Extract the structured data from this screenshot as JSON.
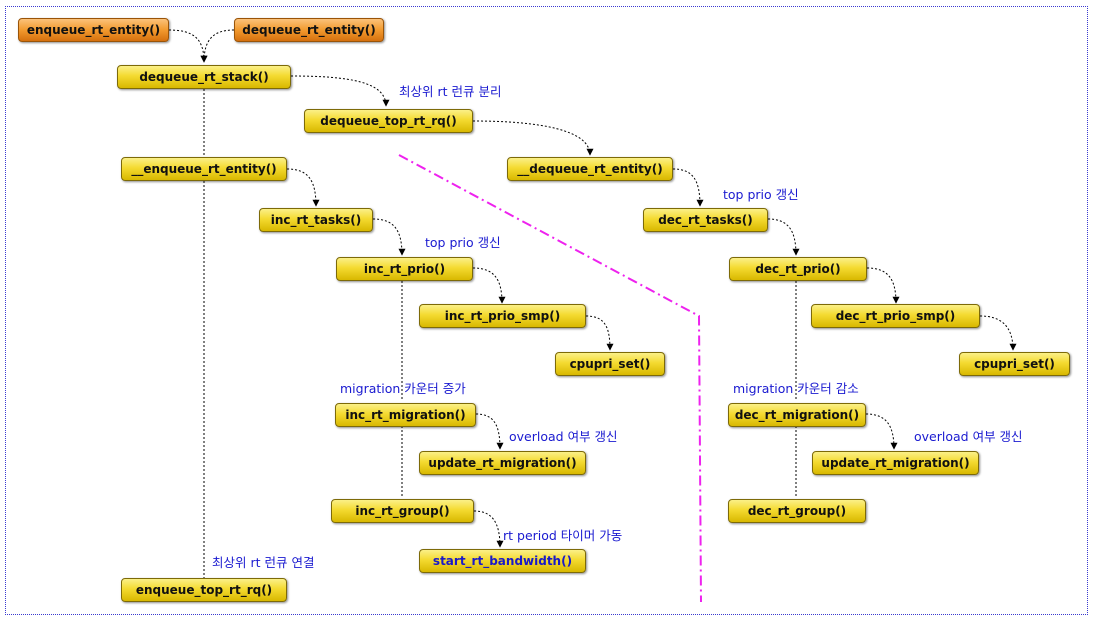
{
  "nodes": {
    "enqueue_rt_entity": "enqueue_rt_entity()",
    "dequeue_rt_entity": "dequeue_rt_entity()",
    "dequeue_rt_stack": "dequeue_rt_stack()",
    "dequeue_top_rt_rq": "dequeue_top_rt_rq()",
    "__enqueue_rt_entity": "__enqueue_rt_entity()",
    "__dequeue_rt_entity": "__dequeue_rt_entity()",
    "inc_rt_tasks": "inc_rt_tasks()",
    "dec_rt_tasks": "dec_rt_tasks()",
    "inc_rt_prio": "inc_rt_prio()",
    "dec_rt_prio": "dec_rt_prio()",
    "inc_rt_prio_smp": "inc_rt_prio_smp()",
    "dec_rt_prio_smp": "dec_rt_prio_smp()",
    "cpupri_set_left": "cpupri_set()",
    "cpupri_set_right": "cpupri_set()",
    "inc_rt_migration": "inc_rt_migration()",
    "dec_rt_migration": "dec_rt_migration()",
    "update_rt_migration_left": "update_rt_migration()",
    "update_rt_migration_right": "update_rt_migration()",
    "inc_rt_group": "inc_rt_group()",
    "dec_rt_group": "dec_rt_group()",
    "start_rt_bandwidth": "start_rt_bandwidth()",
    "enqueue_top_rt_rq": "enqueue_top_rt_rq()"
  },
  "notes": {
    "detach_top": "최상위 rt 런큐 분리",
    "top_prio_left": "top prio 갱신",
    "top_prio_right": "top prio 갱신",
    "migration_inc": "migration 카운터 증가",
    "migration_dec": "migration 카운터 감소",
    "overload_left": "overload 여부 갱신",
    "overload_right": "overload 여부 갱신",
    "rt_period": "rt period 타이머 가동",
    "attach_top": "최상위 rt 런큐 연결"
  },
  "colors": {
    "node_fill": "#f4da30",
    "node_border": "#7d6a08",
    "entry_fill": "#f29a2e",
    "note_text": "#1a1ad0",
    "divider": "#ee22ee",
    "frame": "#3a3ad0"
  }
}
